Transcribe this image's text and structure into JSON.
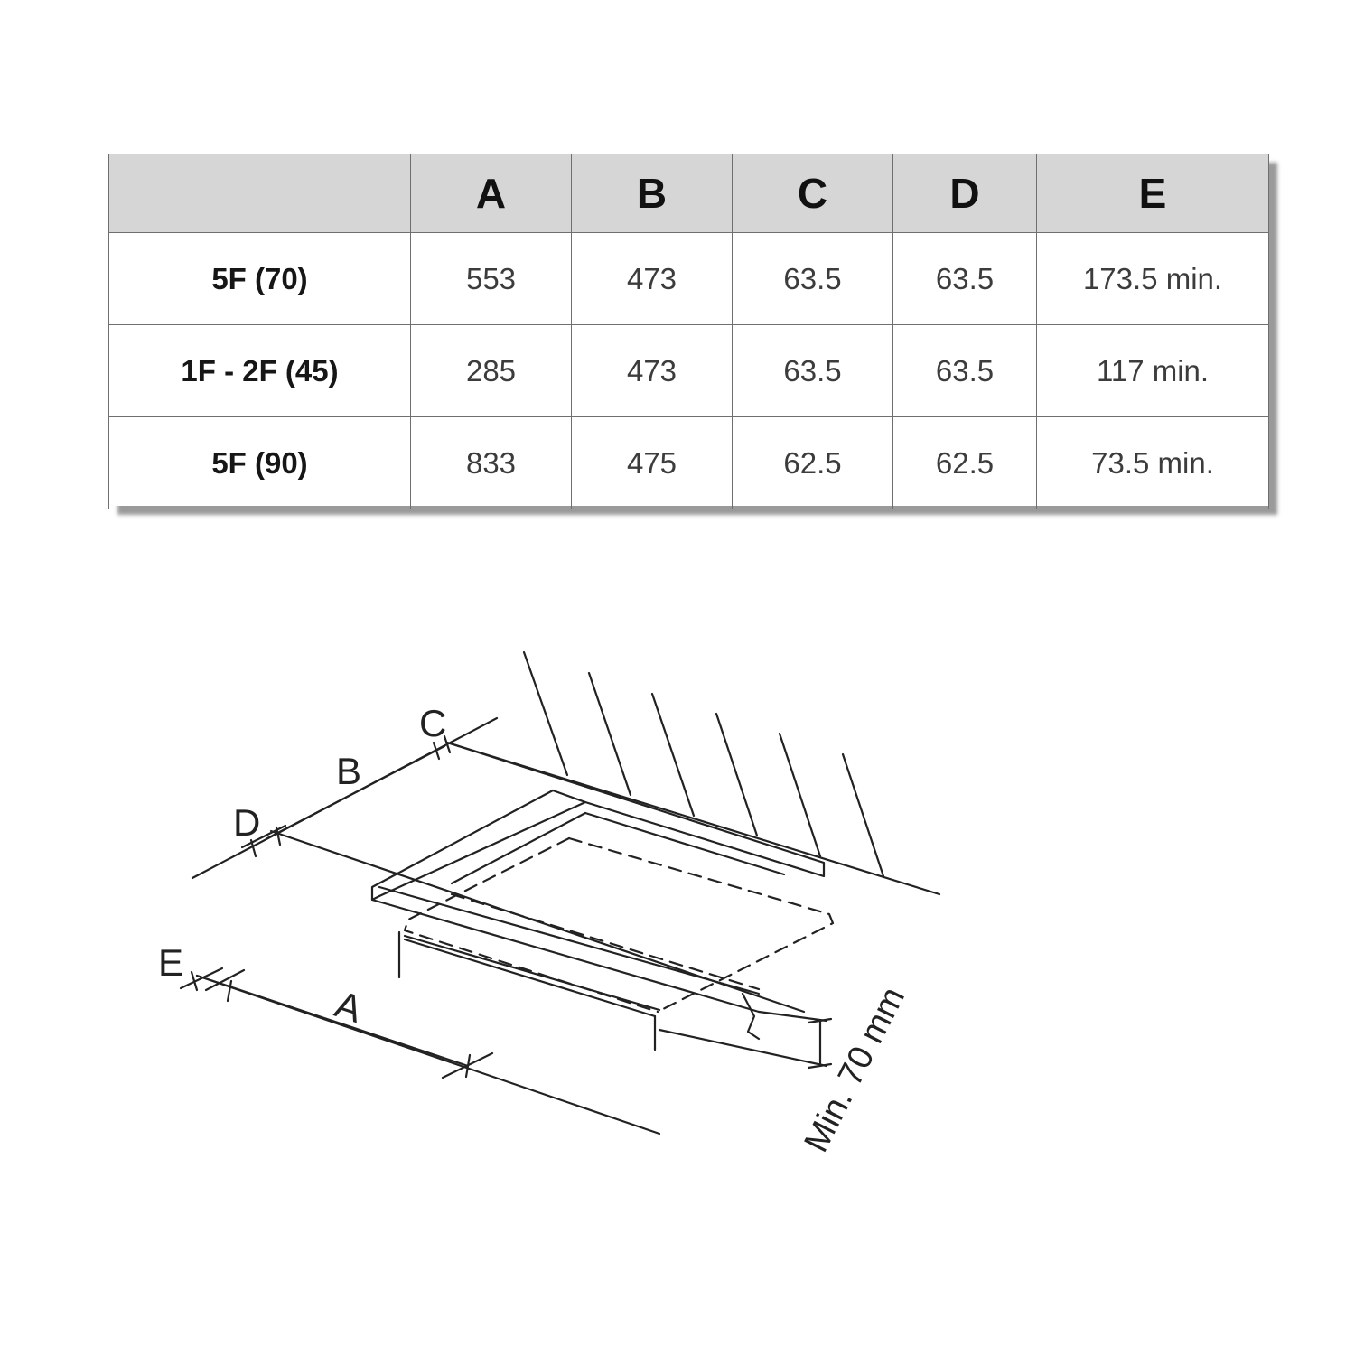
{
  "table": {
    "headers": [
      "",
      "A",
      "B",
      "C",
      "D",
      "E"
    ],
    "rows": [
      {
        "model": "5F (70)",
        "A": "553",
        "B": "473",
        "C": "63.5",
        "D": "63.5",
        "E": "173.5 min."
      },
      {
        "model": "1F - 2F (45)",
        "A": "285",
        "B": "473",
        "C": "63.5",
        "D": "63.5",
        "E": "117 min."
      },
      {
        "model": "5F (90)",
        "A": "833",
        "B": "475",
        "C": "62.5",
        "D": "62.5",
        "E": "73.5 min."
      }
    ]
  },
  "diagram": {
    "label_a": "A",
    "label_b": "B",
    "label_c": "C",
    "label_d": "D",
    "label_e": "E",
    "min_height": "Min. 70 mm"
  }
}
